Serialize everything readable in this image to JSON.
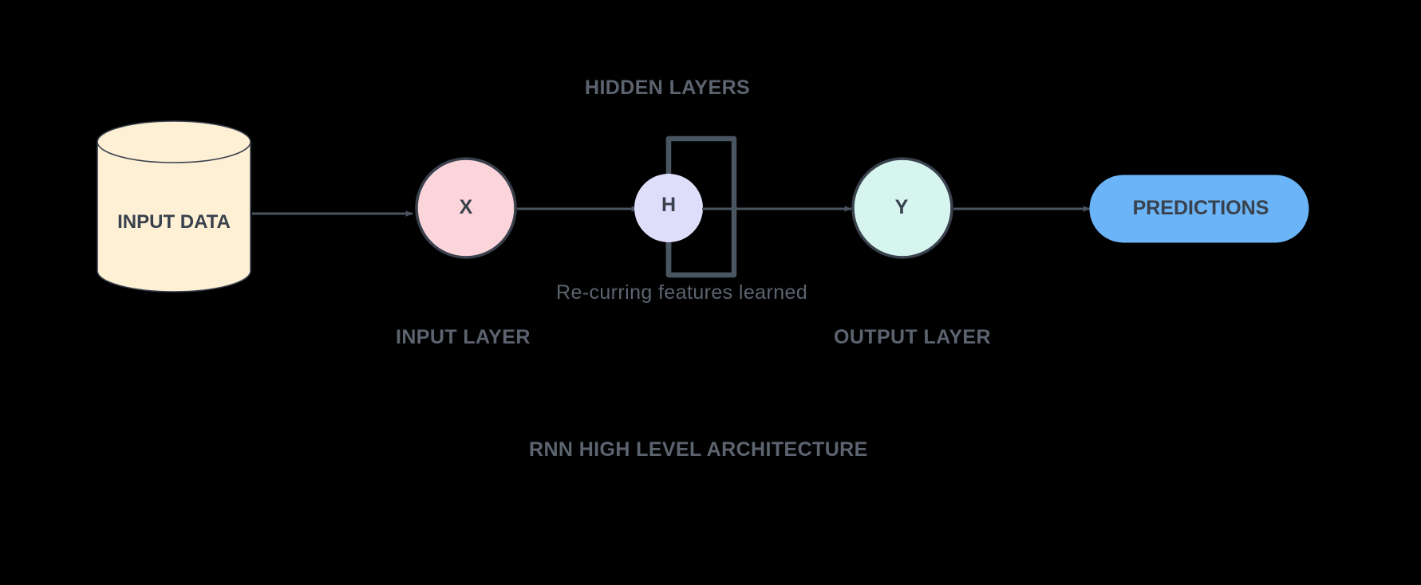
{
  "diagram": {
    "title": "RNN HIGH LEVEL ARCHITECTURE",
    "background_color": "#000000",
    "nodes": {
      "input_data": {
        "label": "INPUT DATA",
        "shape": "cylinder",
        "fill": "#FDF0D5",
        "stroke": "#39414D"
      },
      "input_neuron": {
        "label": "X",
        "shape": "circle",
        "fill": "#FCD5DB",
        "stroke": "#39414D"
      },
      "hidden_neuron": {
        "label": "H",
        "shape": "circle",
        "fill": "#DEDEFA",
        "stroke": "none"
      },
      "output_neuron": {
        "label": "Y",
        "shape": "circle",
        "fill": "#D6F5EE",
        "stroke": "#39414D"
      },
      "predictions": {
        "label": "PREDICTIONS",
        "shape": "pill",
        "fill": "#6BB4F7",
        "stroke": "#6BB4F7"
      }
    },
    "captions": {
      "hidden_layers": "HIDDEN LAYERS",
      "recurring": "Re-curring features learned",
      "input_layer": "INPUT LAYER",
      "output_layer": "OUTPUT LAYER",
      "title": "RNN HIGH LEVEL ARCHITECTURE"
    },
    "colors": {
      "connector": "#4A5562",
      "caption_text": "#5C6470",
      "node_text": "#39414D"
    },
    "edges": [
      {
        "name": "input-data-to-x",
        "from": "input_data",
        "to": "input_neuron",
        "arrow": true
      },
      {
        "name": "x-to-h",
        "from": "input_neuron",
        "to": "hidden_neuron",
        "arrow": true
      },
      {
        "name": "h-to-y",
        "from": "hidden_neuron",
        "to": "output_neuron",
        "arrow": true
      },
      {
        "name": "y-to-predictions",
        "from": "output_neuron",
        "to": "predictions",
        "arrow": true
      },
      {
        "name": "h-self-loop",
        "from": "hidden_neuron",
        "to": "hidden_neuron",
        "arrow": true
      }
    ]
  }
}
